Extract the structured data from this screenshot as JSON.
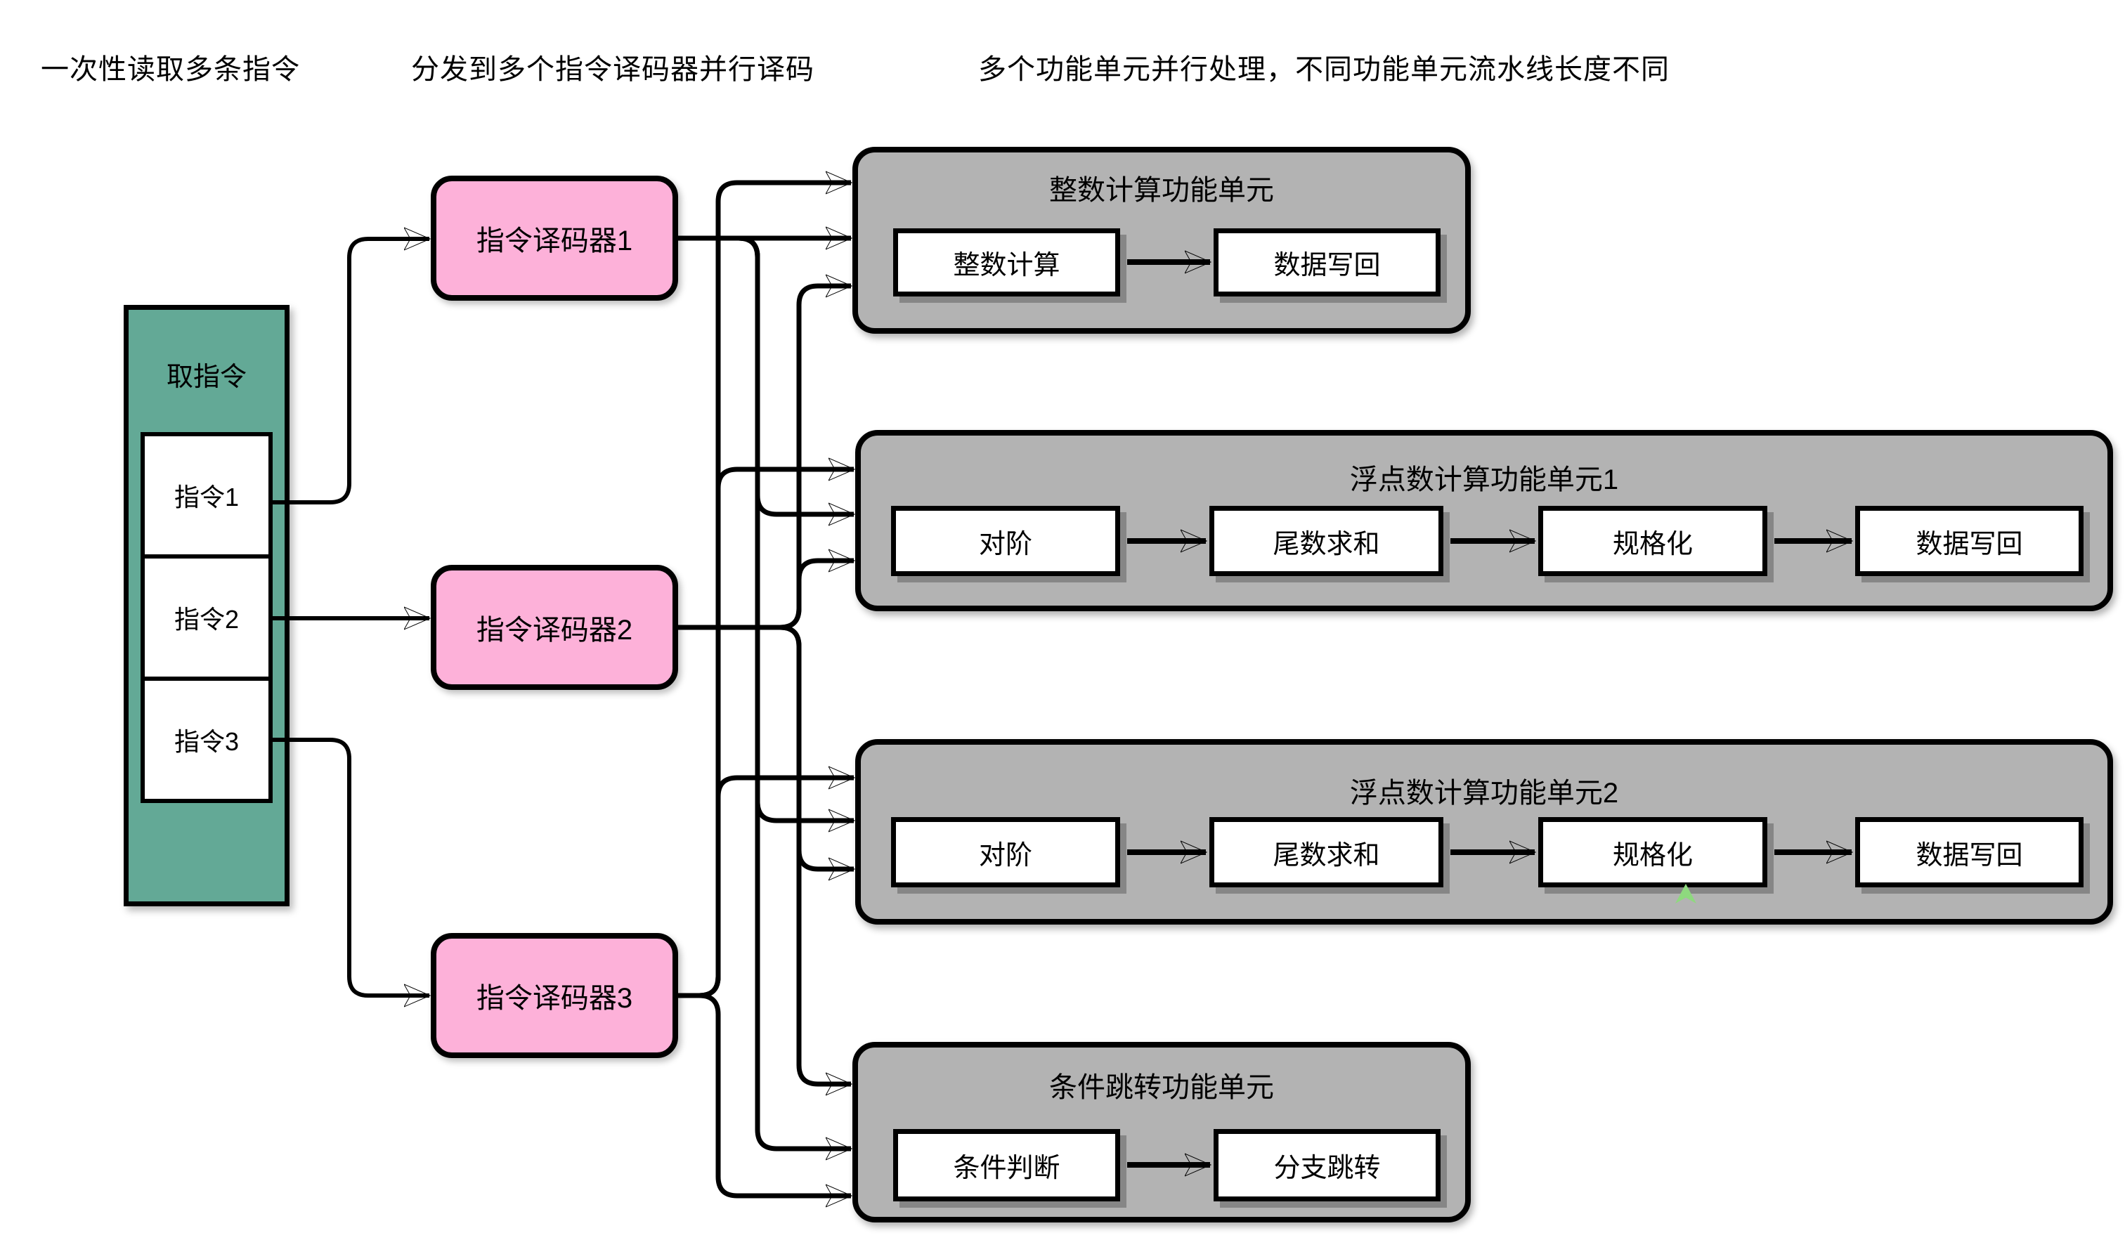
{
  "annotations": [
    {
      "text": "一次性读取多条指令"
    },
    {
      "text": "分发到多个指令译码器并行译码"
    },
    {
      "text": "多个功能单元并行处理，不同功能单元流水线长度不同"
    }
  ],
  "fetch": {
    "title": "取指令",
    "instructions": [
      {
        "label": "指令1"
      },
      {
        "label": "指令2"
      },
      {
        "label": "指令3"
      }
    ]
  },
  "decoders": [
    {
      "label": "指令译码器1"
    },
    {
      "label": "指令译码器2"
    },
    {
      "label": "指令译码器3"
    }
  ],
  "units": [
    {
      "title": "整数计算功能单元",
      "stages": [
        "整数计算",
        "数据写回"
      ]
    },
    {
      "title": "浮点数计算功能单元1",
      "stages": [
        "对阶",
        "尾数求和",
        "规格化",
        "数据写回"
      ]
    },
    {
      "title": "浮点数计算功能单元2",
      "stages": [
        "对阶",
        "尾数求和",
        "规格化",
        "数据写回"
      ]
    },
    {
      "title": "条件跳转功能单元",
      "stages": [
        "条件判断",
        "分支跳转"
      ]
    }
  ],
  "colors": {
    "fetch_fill": "#63a996",
    "decoder_fill": "#fdb1d9",
    "unit_fill": "#b3b3b3",
    "stage_fill": "#ffffff",
    "line": "#000000",
    "caret_fill": "#8ed97e"
  }
}
